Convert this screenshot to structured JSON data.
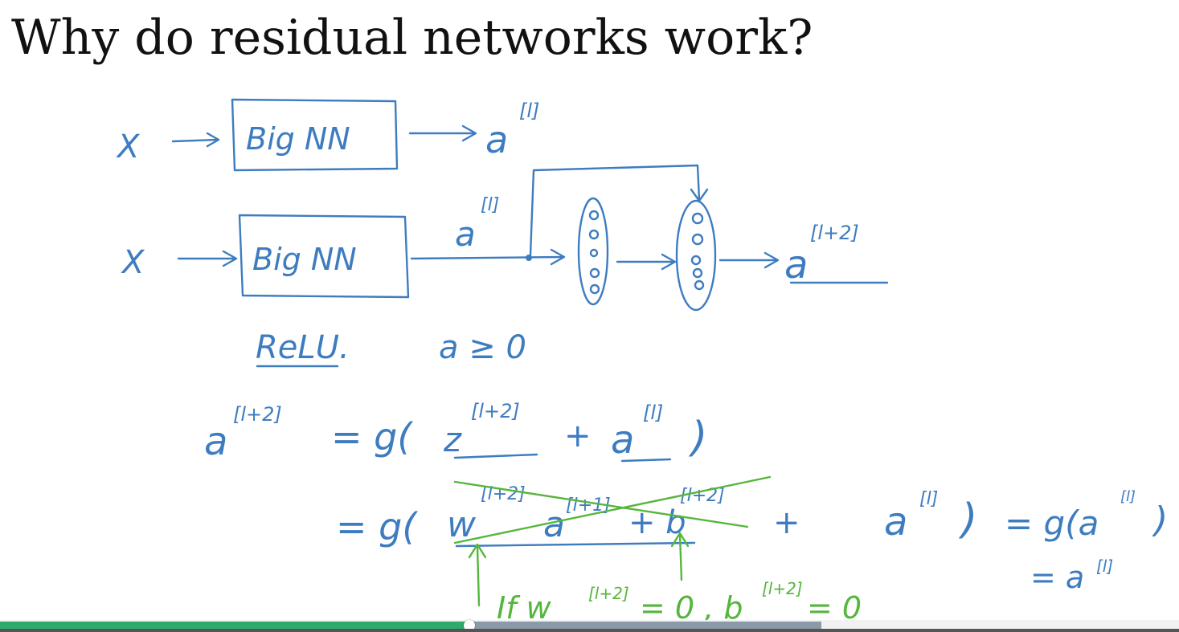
{
  "slide": {
    "title": "Why do residual networks work?"
  },
  "notes": {
    "x_1": "X",
    "box_1": "Big NN",
    "out_1": "a",
    "out_1_sup": "[l]",
    "x_2": "X",
    "box_2": "Big NN",
    "edge_label": "a",
    "edge_label_sup": "[l]",
    "out_2": "a",
    "out_2_sup": "[l+2]",
    "relu": "ReLU.",
    "a_ge_0": "a ≥ 0",
    "eq1_lhs": "a",
    "eq1_lhs_sup": "[l+2]",
    "eq1_rhs_prefix": "= g(",
    "eq1_z": "z",
    "eq1_z_sup": "[l+2]",
    "eq1_plus": "+",
    "eq1_a": "a",
    "eq1_a_sup": "[l]",
    "eq1_close": ")",
    "eq2_prefix": "= g(",
    "eq2_w": "w",
    "eq2_w_sup": "[l+2]",
    "eq2_a": "a",
    "eq2_a_sup": "[l+1]",
    "eq2_plus_b": "+ b",
    "eq2_b_sup": "[l+2]",
    "eq2_plus": "+",
    "eq2_al": "a",
    "eq2_al_sup": "[l]",
    "eq2_close": ")",
    "eq2_result": "= g(a",
    "eq2_result_sup": "[l]",
    "eq2_result_close": ")",
    "eq3": "= a",
    "eq3_sup": "[l]",
    "condition": "If w",
    "condition_w_sup": "[l+2]",
    "condition_mid": "= 0 , b",
    "condition_b_sup": "[l+2]",
    "condition_end": "= 0"
  },
  "player": {
    "progress": 0.398,
    "buffered": 0.697
  },
  "colors": {
    "blue_ink": "#3e7cc0",
    "green_ink": "#55b63c",
    "progress_played": "#2eaa6b",
    "progress_buffered": "#8b9aa8"
  }
}
